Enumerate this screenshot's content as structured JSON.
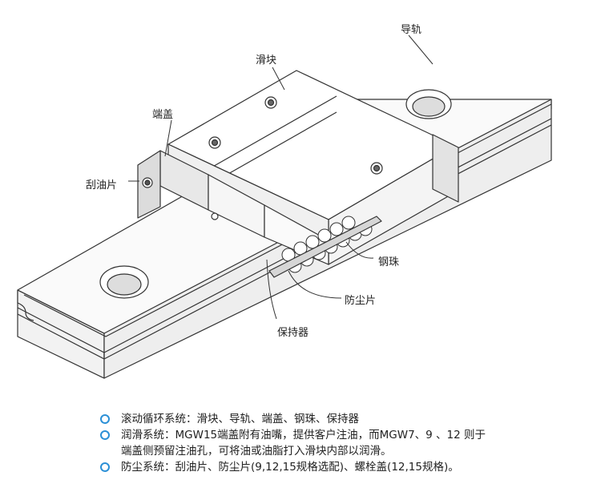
{
  "callouts": {
    "rail": "导轨",
    "block": "滑块",
    "end_cap": "端盖",
    "scraper": "刮油片",
    "steel_balls": "钢珠",
    "dust_seal": "防尘片",
    "retainer": "保持器"
  },
  "features": [
    {
      "text": "滚动循环系统：滑块、导轨、端盖、钢珠、保持器"
    },
    {
      "text": "润滑系统：MGW15端盖附有油嘴，提供客户注油，而MGW7、9 、12 则于\n端盖侧预留注油孔，可将油或油脂打入滑块内部以润滑。"
    },
    {
      "text": "防尘系统：刮油片、防尘片(9,12,15规格选配)、螺栓盖(12,15规格)。"
    }
  ],
  "colors": {
    "bullet": "#2a8fd6",
    "line": "#333333",
    "shade": "#e6e6e6"
  }
}
